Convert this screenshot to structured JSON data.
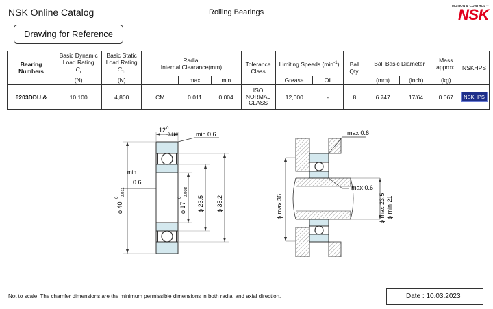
{
  "header": {
    "catalog_title": "NSK Online Catalog",
    "section_title": "Rolling Bearings",
    "logo_tagline": "MOTION & CONTROL™",
    "logo_mark": "NSK"
  },
  "reference_button": "Drawing for Reference",
  "table": {
    "headers": {
      "bearing_numbers_1": "Bearing",
      "bearing_numbers_2": "Numbers",
      "dyn_1": "Basic Dynamic",
      "dyn_2": "Load Rating",
      "dyn_sym": "C",
      "dyn_sub": "r",
      "stat_1": "Basic Static",
      "stat_2": "Load Rating",
      "stat_sym": "C",
      "stat_sub": "1r",
      "radial_1": "Radial",
      "radial_2": "Internal Clearance(mm)",
      "tol_1": "Tolerance",
      "tol_2": "Class",
      "speed_1": "Limiting Speeds (min",
      "speed_sup": "-1",
      "speed_2": ")",
      "ball_1": "Ball",
      "ball_2": "Qty.",
      "dia": "Ball Basic Diameter",
      "mass_1": "Mass",
      "mass_2": "approx.",
      "nskhps": "NSKHPS"
    },
    "units": {
      "dyn": "(N)",
      "stat": "(N)",
      "max": "max",
      "min": "min",
      "grease": "Grease",
      "oil": "Oil",
      "mm": "(mm)",
      "inch": "(inch)",
      "kg": "(kg)"
    },
    "row": {
      "bearing": "6203DDU &",
      "dynamic": "10,100",
      "static": "4,800",
      "clearance": "CM",
      "max": "0.011",
      "min": "0.004",
      "tol_1": "ISO",
      "tol_2": "NORMAL",
      "tol_3": "CLASS",
      "grease": "12,000",
      "oil": "-",
      "balls": "8",
      "dia_mm": "6.747",
      "dia_inch": "17/64",
      "mass": "0.067",
      "nskhps": "NSKHPS"
    }
  },
  "drawing_left": {
    "width": "12",
    "width_tol_top": "0",
    "width_tol_bottom": "-0.120",
    "chamfer_top": "min 0.6",
    "chamfer_left_1": "min",
    "chamfer_left_2": "0.6",
    "outer_d": "ϕ 40",
    "outer_tol_top": "0",
    "outer_tol_bottom": "-0.011",
    "bore_d": "ϕ 17",
    "bore_tol_top": "0",
    "bore_tol_bottom": "-0.008",
    "d1": "ϕ 23.5",
    "D1": "ϕ 35.2"
  },
  "drawing_right": {
    "chamfer_top": "max 0.6",
    "chamfer_mid": "max 0.6",
    "housing": "ϕ max 36",
    "shoulder_1": "ϕ max 23.5",
    "shoulder_2": "ϕ min 21"
  },
  "footer": {
    "note": "Not to scale. The chamfer dimensions are the minimum permissible dimensions in both radial and axial direction.",
    "date": "Date : 10.03.2023"
  }
}
